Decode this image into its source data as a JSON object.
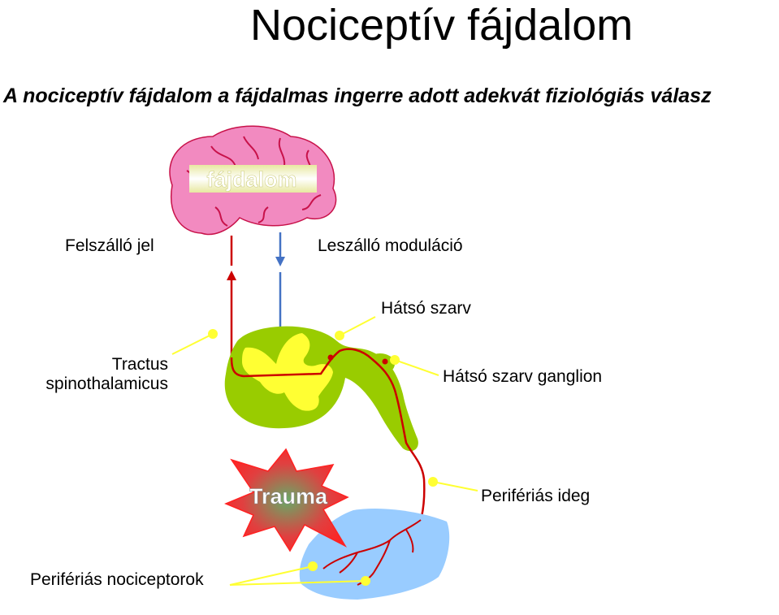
{
  "title": "Nociceptív fájdalom",
  "subtitle": "A nociceptív fájdalom a fájdalmas ingerre adott adekvát fiziológiás válasz",
  "labels": {
    "brain": "fájdalom",
    "ascending": "Felszálló jel",
    "descending": "Leszálló moduláció",
    "dorsal_horn": "Hátsó szarv",
    "tract_line1": "Tractus",
    "tract_line2": "spinothalamicus",
    "ganglion": "Hátsó szarv ganglion",
    "trauma": "Trauma",
    "nerve": "Perifériás ideg",
    "nociceptors": "Perifériás nociceptorok"
  },
  "colors": {
    "brain": "#f28ac0",
    "brain_sulci": "#c8124a",
    "spinal_cord": "#99cc00",
    "gray_matter": "#ffff33",
    "nerve": "#cc0000",
    "descending_arrow": "#4472c4",
    "pointer": "#ffff33",
    "skin": "#99ccff",
    "trauma_star": "#ff3333"
  }
}
